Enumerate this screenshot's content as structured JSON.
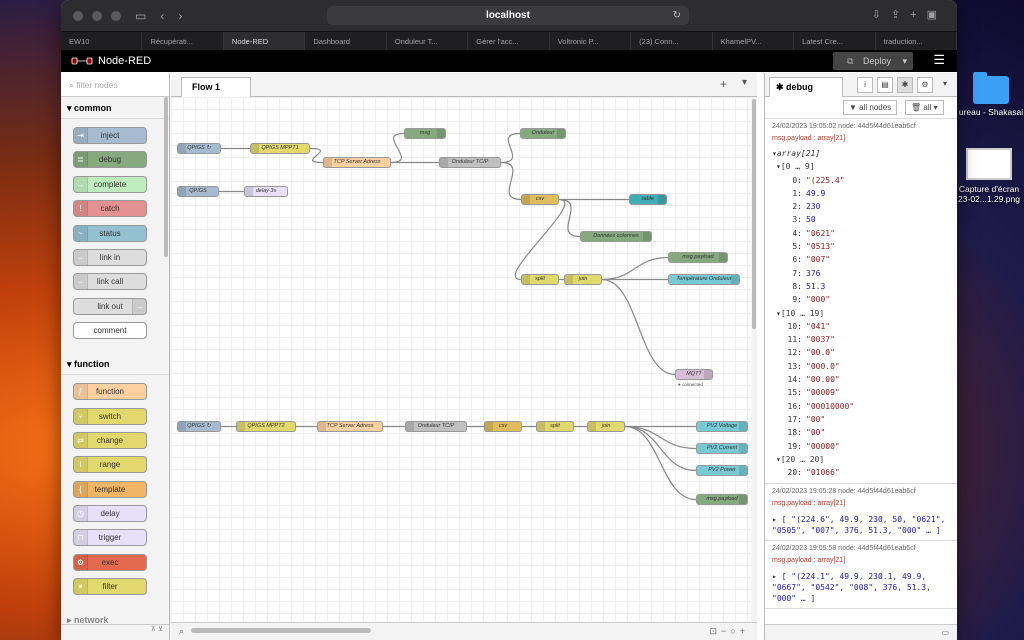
{
  "browser": {
    "url": "localhost",
    "tabs": [
      "EW10",
      "Récupérati...",
      "Node-RED",
      "Dashboard",
      "Onduleur T...",
      "Gérer l'acc...",
      "Voltronic P...",
      "(23) Conn...",
      "KhamelPV...",
      "Latest Cre...",
      "traduction..."
    ]
  },
  "desktop": {
    "icon1_label": "ureau - Shakasai",
    "icon2_label_1": "Capture d'écran",
    "icon2_label_2": "23-02...1.29.png"
  },
  "header": {
    "brand": "Node-RED",
    "deploy_label": "Deploy"
  },
  "palette": {
    "filter_placeholder": "filter nodes",
    "categories": [
      {
        "name": "common",
        "nodes": [
          {
            "label": "inject",
            "color": "#a6bbcf"
          },
          {
            "label": "debug",
            "color": "#87a980"
          },
          {
            "label": "complete",
            "color": "#c0edc0"
          },
          {
            "label": "catch",
            "color": "#e49191"
          },
          {
            "label": "status",
            "color": "#94c1d0"
          },
          {
            "label": "link in",
            "color": "#dddddd"
          },
          {
            "label": "link call",
            "color": "#dddddd"
          },
          {
            "label": "link out",
            "color": "#dddddd"
          },
          {
            "label": "comment",
            "color": "#ffffff"
          }
        ]
      },
      {
        "name": "function",
        "nodes": [
          {
            "label": "function",
            "color": "#fdd0a2"
          },
          {
            "label": "switch",
            "color": "#e2d96e"
          },
          {
            "label": "change",
            "color": "#e2d96e"
          },
          {
            "label": "range",
            "color": "#e2d96e"
          },
          {
            "label": "template",
            "color": "#f0b567"
          },
          {
            "label": "delay",
            "color": "#e6e0f8"
          },
          {
            "label": "trigger",
            "color": "#e6e0f8"
          },
          {
            "label": "exec",
            "color": "#e46a4f"
          },
          {
            "label": "filter",
            "color": "#e2d96e"
          }
        ]
      }
    ],
    "next_category": "network"
  },
  "workspace": {
    "tab": "Flow 1",
    "flow_nodes": [
      {
        "id": "n1",
        "label": "QPIGS ↻",
        "color": "#a6bbcf"
      },
      {
        "id": "n2",
        "label": "QPIGS MPPT1",
        "color": "#e2d96e"
      },
      {
        "id": "n3",
        "label": "TCP Server Adress",
        "color": "#fdd0a2"
      },
      {
        "id": "n4",
        "label": "msg",
        "color": "#87a980"
      },
      {
        "id": "n5",
        "label": "Onduleur TCIP",
        "color": "#c0c0c0"
      },
      {
        "id": "n6",
        "label": "Onduleur",
        "color": "#87a980"
      },
      {
        "id": "n7",
        "label": "QPIGS",
        "color": "#a6bbcf"
      },
      {
        "id": "n8",
        "label": "delay 3s",
        "color": "#e6e0f8"
      },
      {
        "id": "n9",
        "label": "csv",
        "color": "#debd5c"
      },
      {
        "id": "n10",
        "label": "table",
        "color": "#3fadb5"
      },
      {
        "id": "n11",
        "label": "Données colonnes",
        "color": "#87a980"
      },
      {
        "id": "n12",
        "label": "split",
        "color": "#e2d96e"
      },
      {
        "id": "n13",
        "label": "join",
        "color": "#e2d96e"
      },
      {
        "id": "n14",
        "label": "msg.payload",
        "color": "#87a980"
      },
      {
        "id": "n15",
        "label": "Température Onduleur",
        "color": "#77c9d4"
      },
      {
        "id": "n16",
        "label": "MQTT",
        "color": "#d8bfd8",
        "status": "connected"
      },
      {
        "id": "n17",
        "label": "QPIGS ↻",
        "color": "#a6bbcf"
      },
      {
        "id": "n18",
        "label": "QPIGS MPPT2",
        "color": "#e2d96e"
      },
      {
        "id": "n19",
        "label": "TCP Server Adress",
        "color": "#fdd0a2"
      },
      {
        "id": "n20",
        "label": "Onduleur TCIP",
        "color": "#c0c0c0"
      },
      {
        "id": "n21",
        "label": "csv",
        "color": "#debd5c"
      },
      {
        "id": "n22",
        "label": "split",
        "color": "#e2d96e"
      },
      {
        "id": "n23",
        "label": "join",
        "color": "#e2d96e"
      },
      {
        "id": "n24",
        "label": "PV2 Voltage",
        "color": "#77c9d4"
      },
      {
        "id": "n25",
        "label": "PV2 Current",
        "color": "#77c9d4"
      },
      {
        "id": "n26",
        "label": "PV2 Power",
        "color": "#77c9d4"
      },
      {
        "id": "n27",
        "label": "msg.payload",
        "color": "#87a980"
      }
    ]
  },
  "sidebar": {
    "tab": "debug",
    "filter_nodes": "all nodes",
    "clear_label": "all",
    "messages": [
      {
        "meta": "24/02/2023 19:05:02   node: 44d5f44d61eab6cf",
        "topic": "msg.payload : array[21]",
        "array_label": "array[21]",
        "groups": [
          {
            "label": "[0 … 9]",
            "items": [
              {
                "i": "0:",
                "v": "\"(225.4\"",
                "t": "str"
              },
              {
                "i": "1:",
                "v": "49.9",
                "t": "num"
              },
              {
                "i": "2:",
                "v": "230",
                "t": "num"
              },
              {
                "i": "3:",
                "v": "50",
                "t": "num"
              },
              {
                "i": "4:",
                "v": "\"0621\"",
                "t": "str"
              },
              {
                "i": "5:",
                "v": "\"0513\"",
                "t": "str"
              },
              {
                "i": "6:",
                "v": "\"007\"",
                "t": "str"
              },
              {
                "i": "7:",
                "v": "376",
                "t": "num"
              },
              {
                "i": "8:",
                "v": "51.3",
                "t": "num"
              },
              {
                "i": "9:",
                "v": "\"000\"",
                "t": "str"
              }
            ]
          },
          {
            "label": "[10 … 19]",
            "items": [
              {
                "i": "10:",
                "v": "\"041\"",
                "t": "str"
              },
              {
                "i": "11:",
                "v": "\"0037\"",
                "t": "str"
              },
              {
                "i": "12:",
                "v": "\"00.0\"",
                "t": "str"
              },
              {
                "i": "13:",
                "v": "\"000.0\"",
                "t": "str"
              },
              {
                "i": "14:",
                "v": "\"00.00\"",
                "t": "str"
              },
              {
                "i": "15:",
                "v": "\"00009\"",
                "t": "str"
              },
              {
                "i": "16:",
                "v": "\"00010000\"",
                "t": "str"
              },
              {
                "i": "17:",
                "v": "\"00\"",
                "t": "str"
              },
              {
                "i": "18:",
                "v": "\"00\"",
                "t": "str"
              },
              {
                "i": "19:",
                "v": "\"00000\"",
                "t": "str"
              }
            ]
          },
          {
            "label": "[20 … 20]",
            "items": [
              {
                "i": "20:",
                "v": "\"01066\"",
                "t": "str"
              }
            ]
          }
        ]
      },
      {
        "meta": "24/02/2023 19:05:28   node: 44d5f44d61eab6cf",
        "topic": "msg.payload : array[21]",
        "summary": "[ \"(224.6\", 49.9, 230, 50, \"0621\", \"0505\", \"007\", 376, 51.3, \"000\" … ]"
      },
      {
        "meta": "24/02/2023 19:05:58   node: 44d5f44d61eab6cf",
        "topic": "msg.payload : array[21]",
        "summary": "[ \"(224.1\", 49.9, 230.1, 49.9, \"0667\", \"0542\", \"008\", 376, 51.3, \"000\" … ]"
      }
    ]
  }
}
